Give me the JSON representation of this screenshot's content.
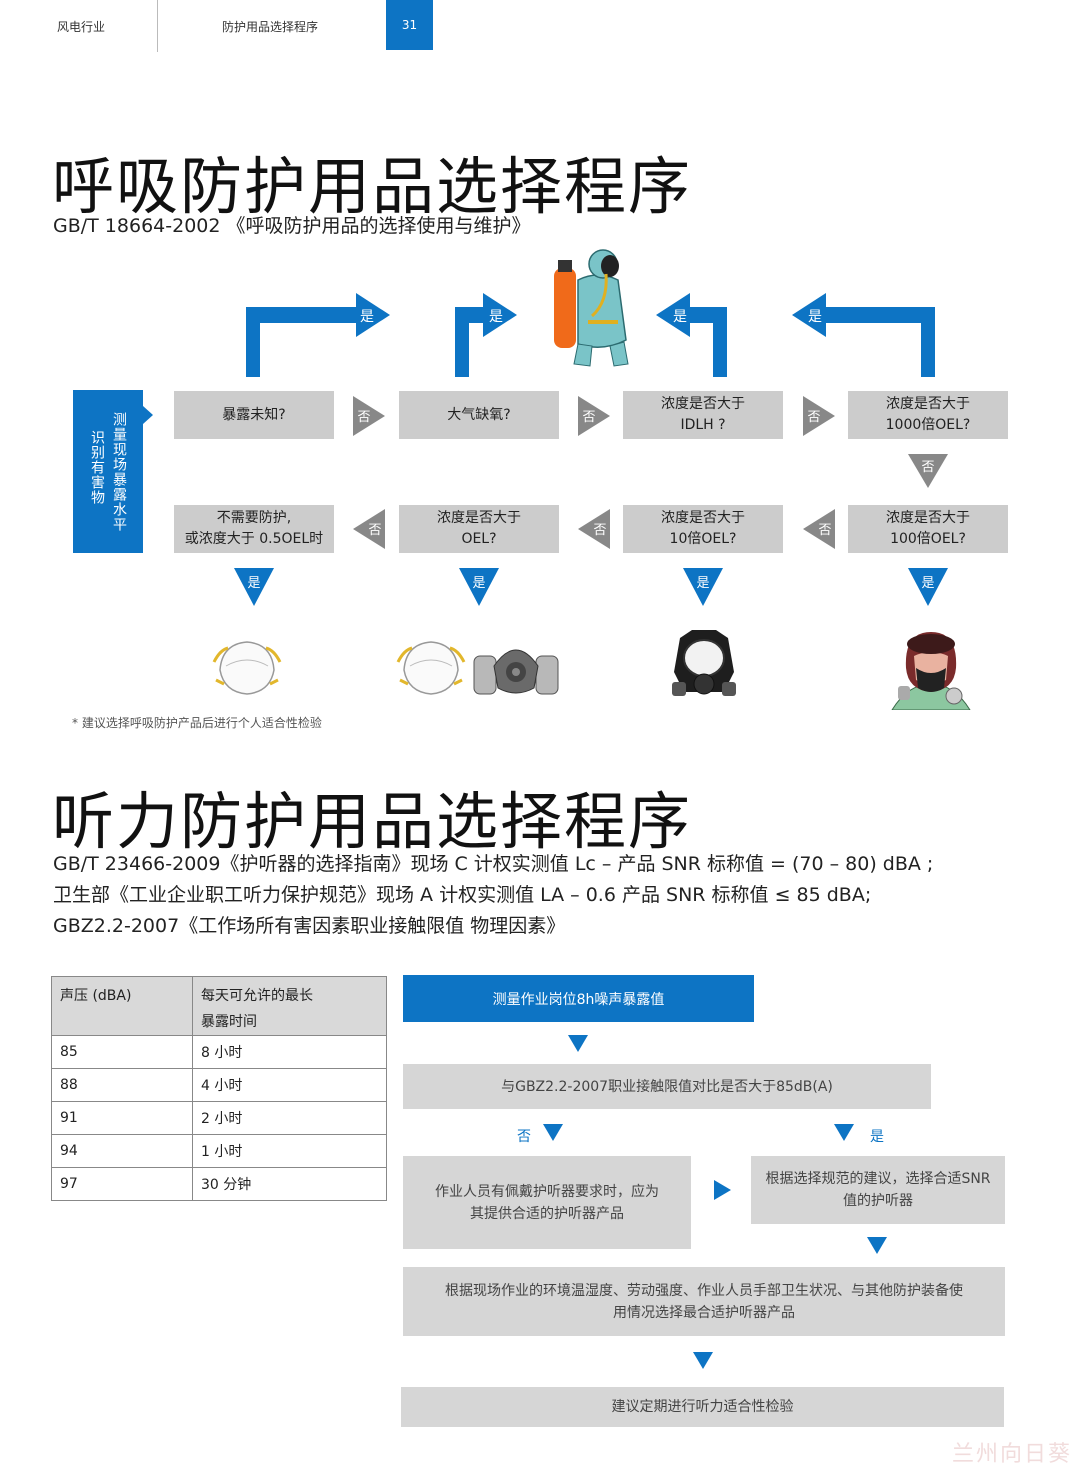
{
  "header": {
    "section": "风电行业",
    "chapter": "防护用品选择程序",
    "page": "31"
  },
  "resp": {
    "title": "呼吸防护用品选择程序",
    "standard": "GB/T 18664-2002 《呼吸防护用品的选择使用与维护》",
    "start": {
      "line1": "测量现场暴露水平",
      "line2": "识别有害物"
    },
    "top_row": [
      "暴露未知?",
      "大气缺氧?",
      "浓度是否大于\nIDLH ?",
      "浓度是否大于\n1000倍OEL?"
    ],
    "bottom_row": [
      "不需要防护,\n或浓度大于 0.5OEL时",
      "浓度是否大于\nOEL?",
      "浓度是否大于\n10倍OEL?",
      "浓度是否大于\n100倍OEL?"
    ],
    "yes": "是",
    "no": "否",
    "note": "* 建议选择呼吸防护产品后进行个人适合性检验"
  },
  "hear": {
    "title": "听力防护用品选择程序",
    "line1": "GB/T 23466-2009《护听器的选择指南》现场 C 计权实测值 Lc – 产品 SNR 标称值 = (70 – 80) dBA ;",
    "line2": "卫生部《工业企业职工听力保护规范》现场 A 计权实测值 LA – 0.6 产品 SNR 标称值 ≤ 85 dBA;",
    "line3": "GBZ2.2-2007《工作场所有害因素职业接触限值 物理因素》",
    "table": {
      "col1": "声压 (dBA)",
      "col2_line1": "每天可允许的最长",
      "col2_line2": "暴露时间",
      "rows": [
        [
          "85",
          "8 小时"
        ],
        [
          "88",
          "4 小时"
        ],
        [
          "91",
          "2 小时"
        ],
        [
          "94",
          "1 小时"
        ],
        [
          "97",
          "30 分钟"
        ]
      ]
    },
    "flow": {
      "measure": "测量作业岗位8h噪声暴露值",
      "compare": "与GBZ2.2-2007职业接触限值对比是否大于85dB(A)",
      "no": "否",
      "yes": "是",
      "no_box": "作业人员有佩戴护听器要求时，应为\n其提供合适的护听器产品",
      "yes_box": "根据选择规范的建议，选择合适SNR\n值的护听器",
      "select": "根据现场作业的环境温湿度、劳动强度、作业人员手部卫生状况、与其他防护装备使\n用情况选择最合适护听器产品",
      "check": "建议定期进行听力适合性检验"
    }
  },
  "watermark": "兰州向日葵",
  "colors": {
    "accent": "#0d74c4",
    "box": "#cccccc",
    "arrow": "#888888"
  }
}
